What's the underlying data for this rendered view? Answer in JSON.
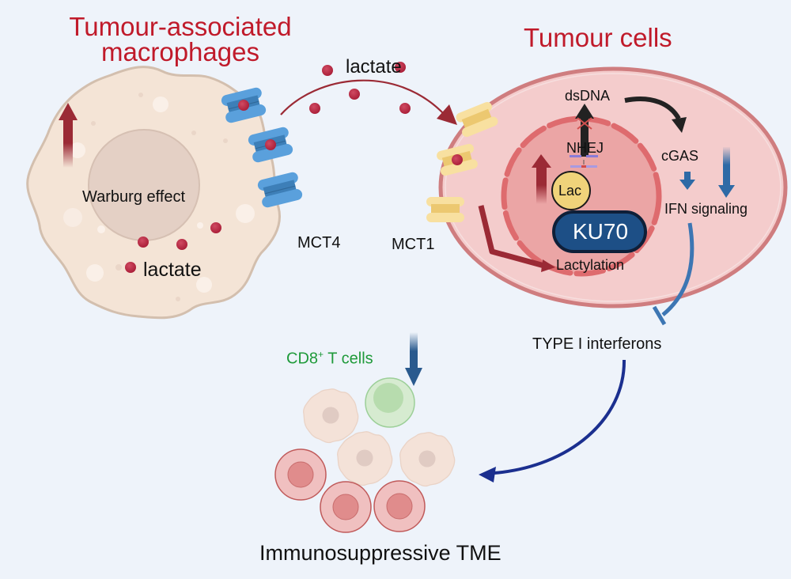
{
  "titles": {
    "macrophages": "Tumour-associated macrophages",
    "macrophages_line1": "Tumour-associated",
    "macrophages_line2": "macrophages",
    "tumour_cells": "Tumour cells"
  },
  "labels": {
    "lactate_transport": "lactate",
    "lactate_inside": "lactate",
    "warburg": "Warburg effect",
    "mct4": "MCT4",
    "mct1": "MCT1",
    "dsdna": "dsDNA",
    "nhej": "NHEJ",
    "lac": "Lac",
    "ku70": "KU70",
    "lactylation": "Lactylation",
    "cgas": "cGAS",
    "ifn_signaling": "IFN signaling",
    "type1_ifn": "TYPE I interferons",
    "cd8_prefix": "CD8",
    "cd8_sup": "+",
    "cd8_suffix": " T cells",
    "tme": "Immunosuppressive TME"
  },
  "colors": {
    "background": "#eef3fa",
    "title_red": "#c01a2a",
    "lactate_dot": "#b01e3a",
    "mct4_blue": "#3d86c6",
    "mct1_yellow": "#f2d48a",
    "ku70_navy": "#1d4f86",
    "cd8_green": "#1f9a3a",
    "arrow_dark_red": "#9b2a35",
    "arrow_navy": "#1b2f8f",
    "arrow_steel_blue": "#2e6aa6"
  }
}
